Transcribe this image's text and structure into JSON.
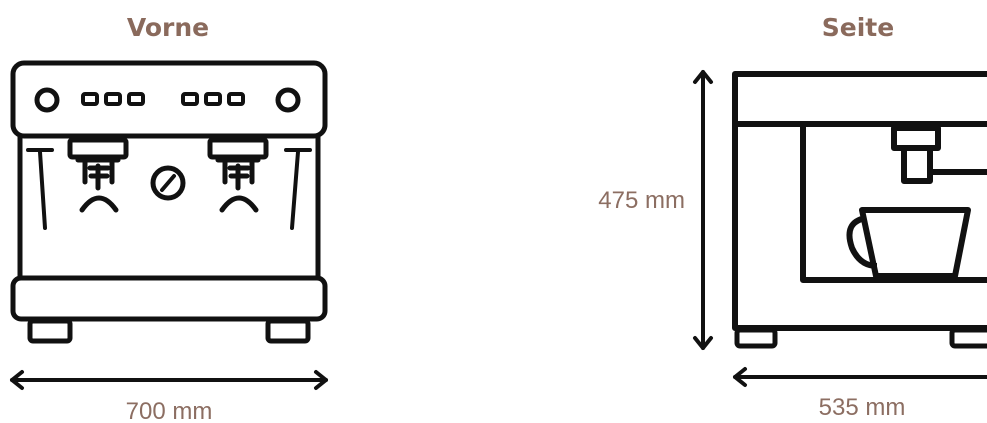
{
  "views": {
    "front": {
      "title": "Vorne",
      "width_label": "700 mm"
    },
    "side": {
      "title": "Seite",
      "height_label": "475 mm",
      "depth_label": "535 mm"
    }
  },
  "colors": {
    "title": "#8a6a5c",
    "label": "#8c6e62",
    "line": "#111111"
  }
}
